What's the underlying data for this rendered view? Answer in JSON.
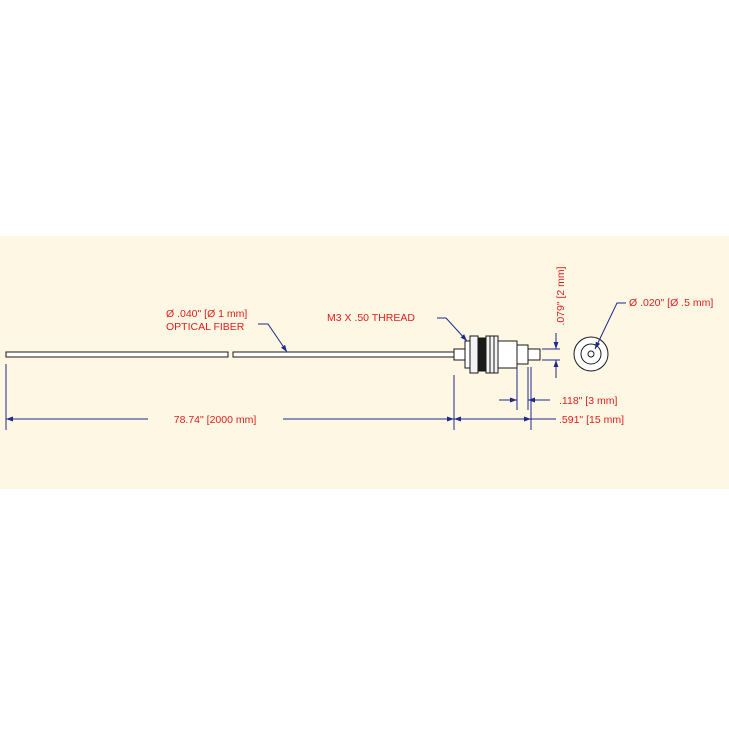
{
  "colors": {
    "background": "#ffffff",
    "panel": "#fdf7e3",
    "outline": "#1a1a1a",
    "label_text": "#e01e1e",
    "dimension_line": "#1e2a8c"
  },
  "labels": {
    "fiber_diameter": "Ø .040\" [Ø 1 mm]",
    "fiber_name": "OPTICAL FIBER",
    "thread": "M3 X .50 THREAD",
    "tip_diameter": "Ø .020\" [Ø .5 mm]"
  },
  "dimensions": {
    "overall_length": "78.74\" [2000 mm]",
    "tip_length": ".118\" [3 mm]",
    "head_length": ".591\" [15 mm]",
    "tip_height": ".079\" [2 mm]"
  }
}
